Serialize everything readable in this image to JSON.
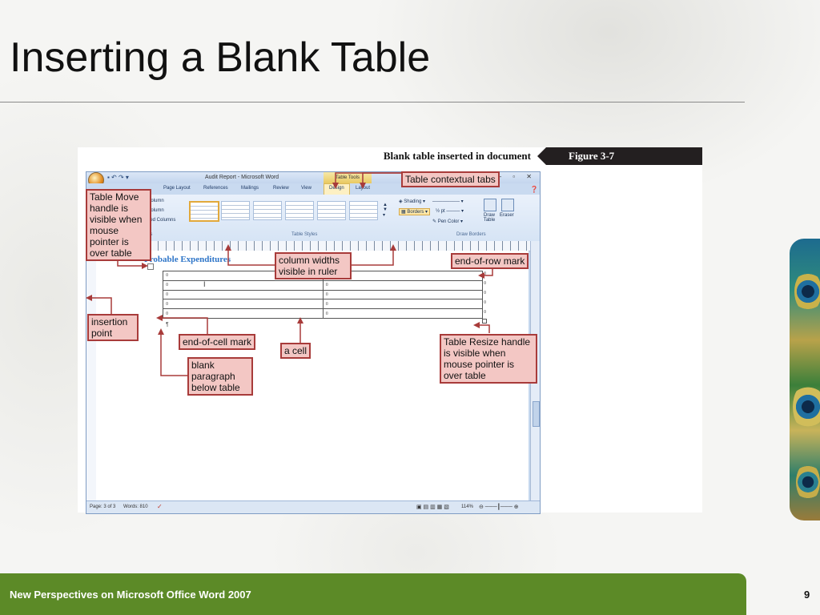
{
  "slide": {
    "title": "Inserting a Blank Table",
    "footer": "New Perspectives on Microsoft Office Word 2007",
    "page_number": "9"
  },
  "figure": {
    "caption": "Blank table inserted in document",
    "label": "Figure  3-7"
  },
  "word": {
    "window_title": "Audit Report - Microsoft Word",
    "contextual_header": "Table Tools",
    "tabs": [
      "Page Layout",
      "References",
      "Mailings",
      "Review",
      "View",
      "Design",
      "Layout"
    ],
    "active_tab": "Design",
    "ribbon": {
      "style_options": [
        "Column",
        "Column",
        "ded Columns"
      ],
      "shading": "Shading",
      "borders": "Borders",
      "pen_weight": "½ pt",
      "pen_color": "Pen Color",
      "draw_table": "Draw Table",
      "eraser": "Eraser",
      "group_table_styles": "Table Styles",
      "group_draw_borders": "Draw Borders",
      "group_style_options": "ns"
    },
    "document_heading": "Probable Expenditures",
    "status": {
      "page": "Page: 3 of 3",
      "words": "Words: 810",
      "zoom": "114%"
    }
  },
  "callouts": {
    "table_move_handle": "Table Move handle is visible when mouse pointer is over table",
    "table_contextual_tabs": "Table contextual tabs",
    "column_widths": "column widths visible in ruler",
    "end_of_row": "end-of-row mark",
    "insertion_point": "insertion point",
    "end_of_cell": "end-of-cell mark",
    "a_cell": "a cell",
    "blank_paragraph": "blank paragraph below table",
    "table_resize_handle": "Table Resize handle is visible when mouse pointer is over table"
  },
  "colors": {
    "footer_bar": "#5c8a27",
    "callout_fill": "#f3c7c4",
    "callout_border": "#a83b3a",
    "figure_label_bg": "#231f20"
  }
}
